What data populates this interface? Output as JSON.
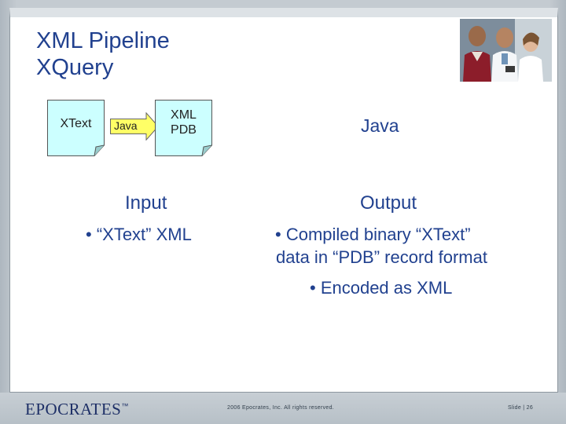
{
  "slide": {
    "title_line1": "XML Pipeline",
    "title_line2": "XQuery"
  },
  "diagram": {
    "doc1_label": "XText",
    "arrow_label": "Java",
    "doc2_label_line1": "XML",
    "doc2_label_line2": "PDB",
    "right_label": "Java",
    "doc_fill": "#ccffff",
    "arrow_fill": "#ffff66"
  },
  "input": {
    "heading": "Input",
    "bullet1": "• “XText” XML"
  },
  "output": {
    "heading": "Output",
    "bullet1_line1": "• Compiled binary “XText”",
    "bullet1_line2": "data in “PDB” record format",
    "bullet2": "• Encoded as XML"
  },
  "footer": {
    "logo": "EPOCRATES",
    "logo_mark": "™",
    "copyright": "2006 Epocrates, Inc. All rights reserved.",
    "slide_number": "Slide | 26"
  },
  "colors": {
    "title": "#21418f",
    "logo": "#1d2f66"
  }
}
